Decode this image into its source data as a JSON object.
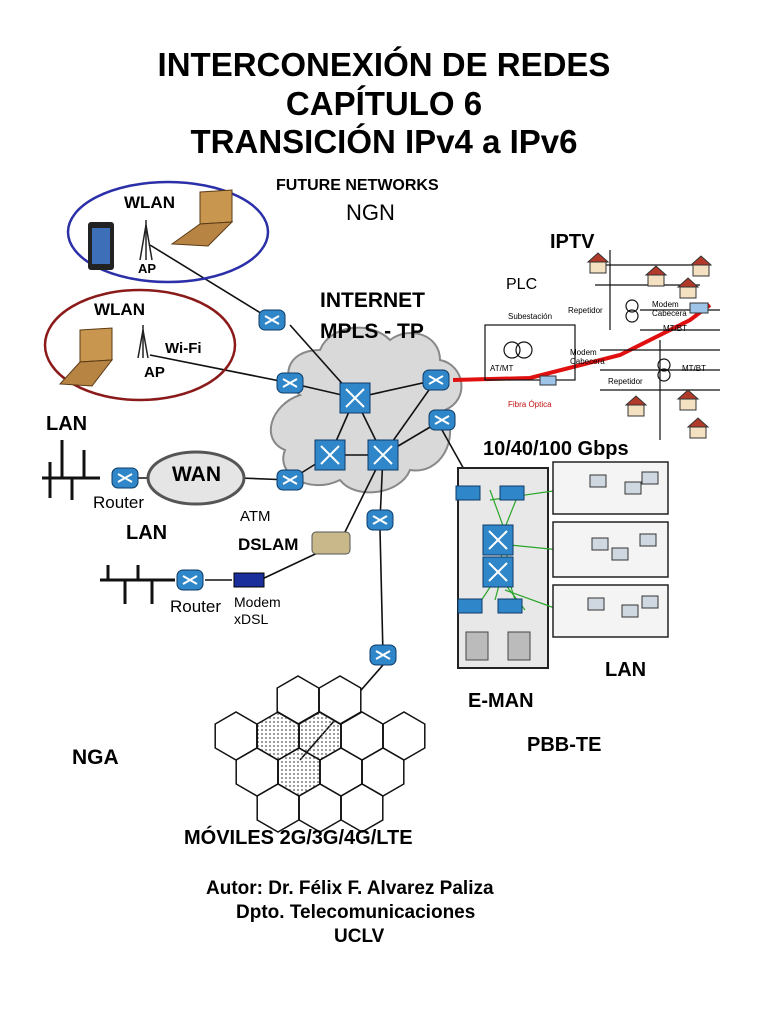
{
  "header": {
    "line1": "INTERCONEXIÓN DE REDES",
    "line2": "CAPÍTULO 6",
    "line3": "TRANSICIÓN IPv4 a IPv6"
  },
  "diagram": {
    "future_networks": "FUTURE NETWORKS",
    "ngn": "NGN",
    "wlan_top": "WLAN",
    "ap_top": "AP",
    "wlan_bottom": "WLAN",
    "wifi": "Wi-Fi",
    "ap_bottom": "AP",
    "internet": "INTERNET",
    "mpls_tp": "MPLS - TP",
    "iptv": "IPTV",
    "plc": "PLC",
    "subestacion": "Subestación",
    "atmt": "AT/MT",
    "repetidor1": "Repetidor",
    "repetidor2": "Repetidor",
    "modem_cabecera1": "Modem Cabecera",
    "modem_cabecera2": "Modem Cabecera",
    "mtbt1": "MT/BT",
    "mtbt2": "MT/BT",
    "fibra_optica": "Fibra Óptica",
    "lan_left": "LAN",
    "wan": "WAN",
    "router1": "Router",
    "atm": "ATM",
    "lan_mid": "LAN",
    "dslam": "DSLAM",
    "router2": "Router",
    "modem_xdsl_1": "Modem",
    "modem_xdsl_2": "xDSL",
    "gbps": "10/40/100 Gbps",
    "lan_right": "LAN",
    "eman": "E-MAN",
    "pbbte": "PBB-TE",
    "nga": "NGA",
    "moviles": "MÓVILES 2G/3G/4G/LTE"
  },
  "footer": {
    "author": "Autor: Dr. Félix F. Alvarez Paliza",
    "dept": "Dpto. Telecomunicaciones",
    "univ": "UCLV"
  },
  "colors": {
    "router_blue": "#2f86c8",
    "cloud": "#d9d9d9",
    "wlan_top_ring": "#2b2fa8",
    "wlan_bottom_ring": "#8b1a1a",
    "fiber_red": "#e01010"
  }
}
